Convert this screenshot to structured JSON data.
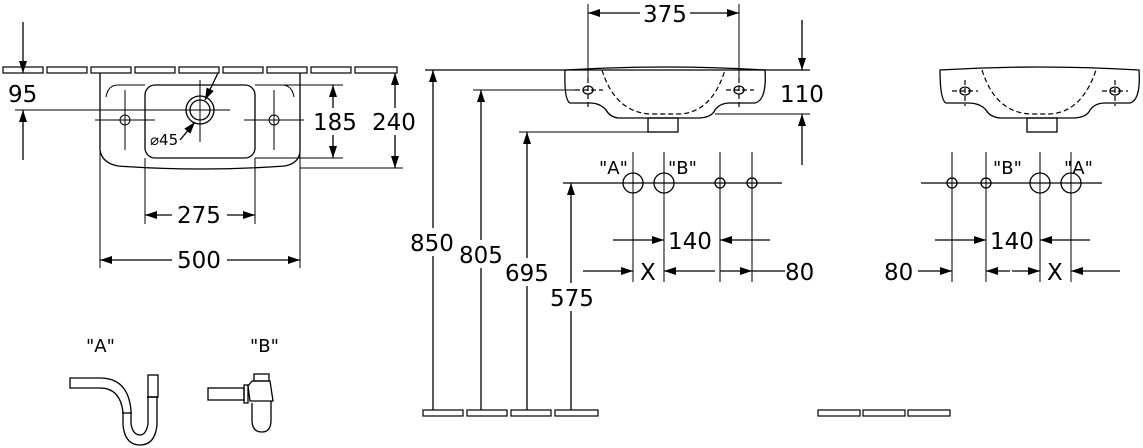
{
  "top_view": {
    "dim_wall_offset": "95",
    "dim_bowl_depth": "185",
    "dim_total_depth": "240",
    "dim_bowl_width": "275",
    "dim_total_width": "500",
    "drain_diameter": "⌀45"
  },
  "front_view": {
    "dim_tap_spacing": "375",
    "dim_height": "110",
    "dim_850": "850",
    "dim_805": "805",
    "dim_695": "695",
    "dim_575": "575"
  },
  "hole_layout_left": {
    "label_a": "\"A\"",
    "label_b": "\"B\"",
    "dim_140": "140",
    "dim_x": "X",
    "dim_80": "80"
  },
  "hole_layout_right": {
    "label_a": "\"A\"",
    "label_b": "\"B\"",
    "dim_140": "140",
    "dim_x": "X",
    "dim_80": "80"
  },
  "traps": {
    "trap_a_label": "\"A\"",
    "trap_b_label": "\"B\""
  }
}
